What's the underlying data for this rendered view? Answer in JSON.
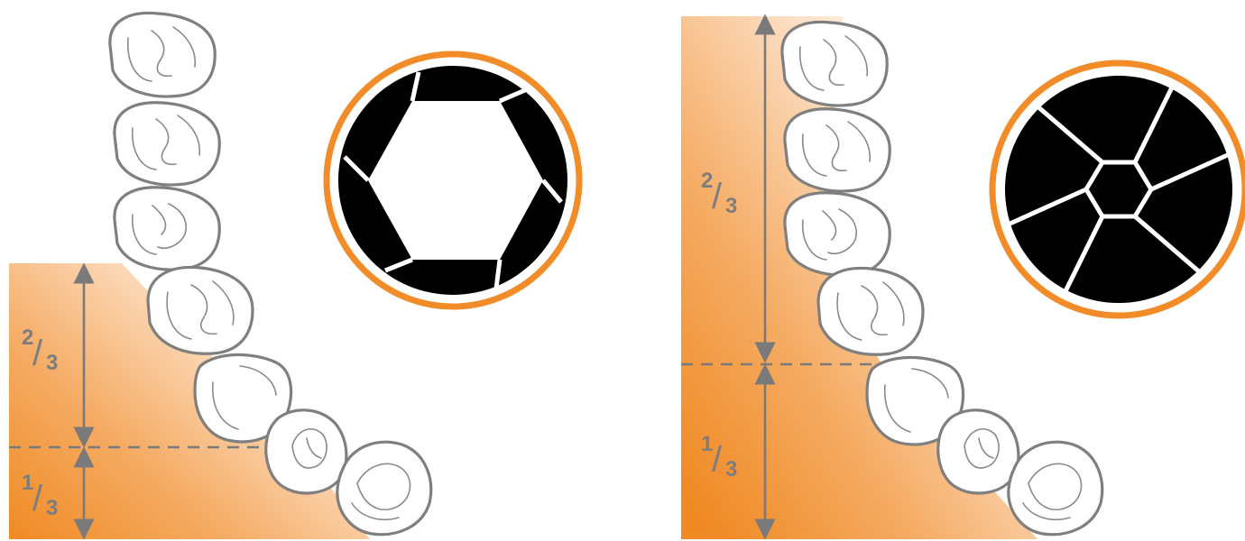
{
  "panels": [
    {
      "id": "left",
      "upper_fraction": {
        "numerator": "2",
        "denominator": "3"
      },
      "lower_fraction": {
        "numerator": "1",
        "denominator": "3"
      },
      "aperture_icon": "aperture-open-icon"
    },
    {
      "id": "right",
      "upper_fraction": {
        "numerator": "2",
        "denominator": "3"
      },
      "lower_fraction": {
        "numerator": "1",
        "denominator": "3"
      },
      "aperture_icon": "aperture-closed-icon"
    }
  ],
  "colors": {
    "accent": "#f08a24",
    "gradient_light": "#fff4ea",
    "line_gray": "#7a7a7a",
    "ring_orange": "#f28c28",
    "blade_black": "#000000"
  }
}
